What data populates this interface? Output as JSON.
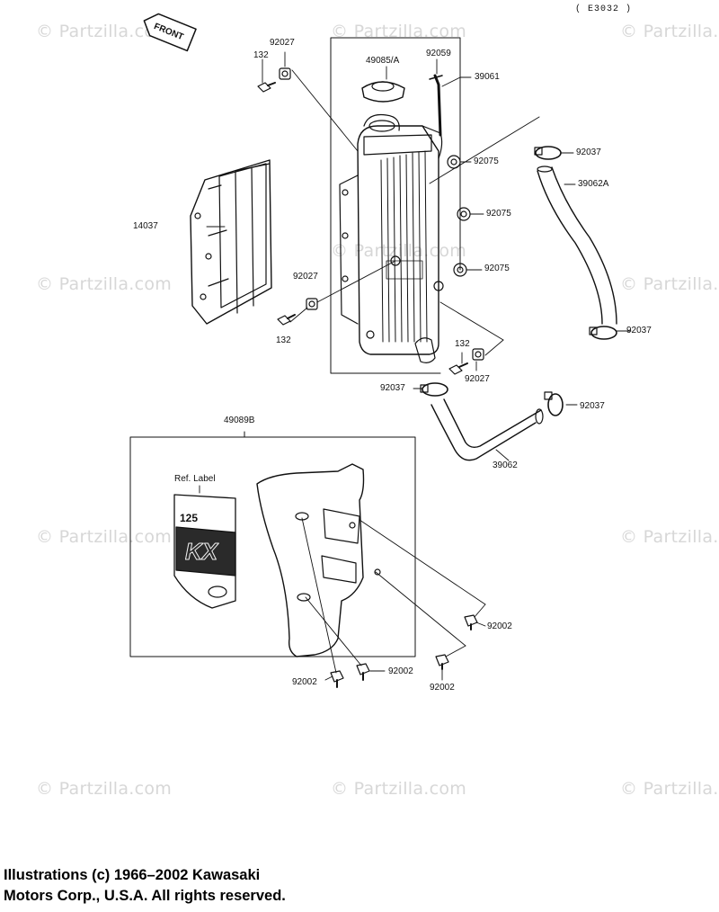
{
  "page_code": "( E3032 )",
  "front_label": "FRONT",
  "ref_label": "Ref. Label",
  "label_text": {
    "model": "125",
    "brand": "KX"
  },
  "watermark": "© Partzilla.com",
  "callouts": {
    "c_92027_top": "92027",
    "c_132_top": "132",
    "c_49085A": "49085/A",
    "c_92059": "92059",
    "c_39061": "39061",
    "c_92075_a": "92075",
    "c_92037_a": "92037",
    "c_39062A": "39062A",
    "c_14037": "14037",
    "c_92075_b": "92075",
    "c_92075_c": "92075",
    "c_92027_mid": "92027",
    "c_132_mid": "132",
    "c_92037_b": "92037",
    "c_132_low": "132",
    "c_92027_low": "92027",
    "c_92037_c": "92037",
    "c_92037_d": "92037",
    "c_39062": "39062",
    "c_49089B": "49089B",
    "c_92002_a": "92002",
    "c_92002_b": "92002",
    "c_92002_c": "92002",
    "c_92002_d": "92002"
  },
  "credit": {
    "line1": "Illustrations (c) 1966–2002 Kawasaki",
    "line2": "Motors Corp., U.S.A.  All rights reserved."
  }
}
